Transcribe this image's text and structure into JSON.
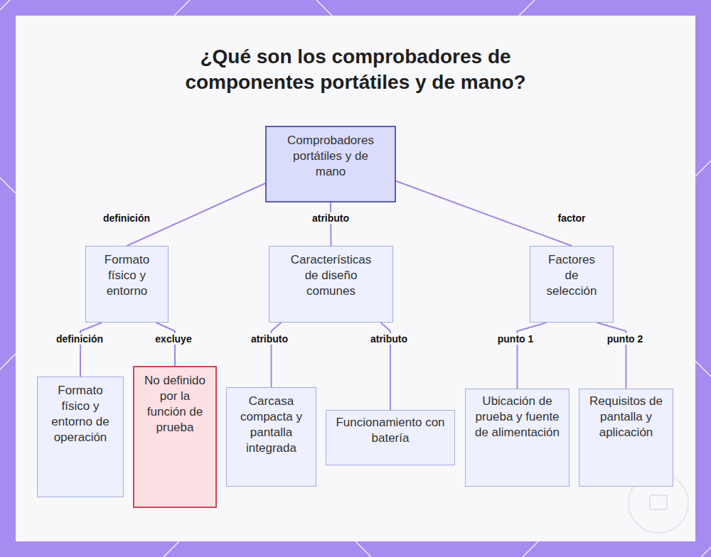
{
  "diagram": {
    "title": "¿Qué son los comprobadores de componentes portátiles y de mano?",
    "nodes": [
      {
        "text": [
          "Comprobadores portátiles y de mano"
        ]
      },
      {
        "text": [
          "Formato físico y entorno"
        ]
      },
      {
        "text": [
          "Características de diseño comunes"
        ]
      },
      {
        "text": [
          "Factores de selección"
        ]
      },
      {
        "text": [
          "Formato físico y entorno de operación"
        ]
      },
      {
        "text": [
          "No definido por la función de prueba"
        ]
      },
      {
        "text": [
          "Carcasa compacta y pantalla integrada"
        ]
      },
      {
        "text": [
          "Funcionamiento con batería"
        ]
      },
      {
        "text": [
          "Ubicación de prueba y fuente de alimentación"
        ]
      },
      {
        "text": [
          "Requisitos de pantalla y aplicación"
        ]
      }
    ],
    "edges": [
      {
        "from": 0,
        "to": 1,
        "label": "definición",
        "arrow": "none"
      },
      {
        "from": 0,
        "to": 2,
        "label": "atributo",
        "arrow": "none"
      },
      {
        "from": 0,
        "to": 3,
        "label": "factor",
        "arrow": "none"
      },
      {
        "from": 1,
        "to": 4,
        "label": "definición",
        "arrow": "none"
      },
      {
        "from": 1,
        "to": 5,
        "label": "excluye",
        "arrow": "none"
      },
      {
        "from": 2,
        "to": 6,
        "label": "atributo",
        "arrow": "none"
      },
      {
        "from": 2,
        "to": 7,
        "label": "atributo",
        "arrow": "none"
      },
      {
        "from": 3,
        "to": 8,
        "label": "punto 1",
        "arrow": "none"
      },
      {
        "from": 3,
        "to": 9,
        "label": "punto 2",
        "arrow": "none"
      }
    ]
  }
}
